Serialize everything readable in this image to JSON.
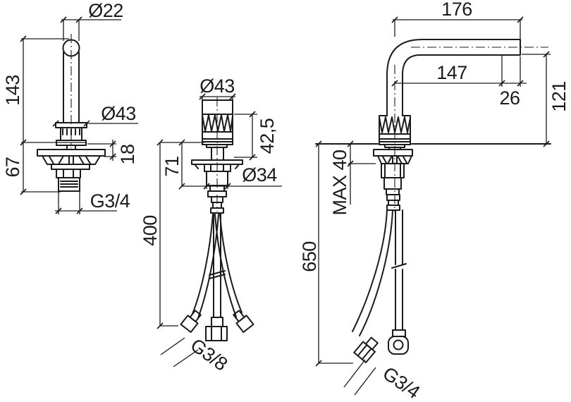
{
  "drawing": {
    "background": "#ffffff",
    "line_color": "#1b1b1b",
    "views": {
      "spout": {
        "name": "spout-front-view",
        "dims": {
          "diameter_top": "Ø22",
          "height": "143",
          "flange_diameter": "Ø43",
          "plate_thickness": "18",
          "under_height": "67",
          "thread": "G3/4"
        }
      },
      "valve": {
        "name": "control-valve-front-view",
        "dims": {
          "knob_diameter": "Ø43",
          "knob_height": "42,5",
          "under_height": "71",
          "body_diameter": "Ø34",
          "hose_length": "400",
          "thread": "G3/8"
        }
      },
      "side": {
        "name": "assembled-side-view",
        "dims": {
          "reach_total": "176",
          "reach_aerator": "147",
          "aerator_width": "26",
          "outlet_height": "121",
          "deck_max": "MAX 40",
          "hose_length": "650",
          "thread": "G3/4"
        }
      }
    }
  }
}
